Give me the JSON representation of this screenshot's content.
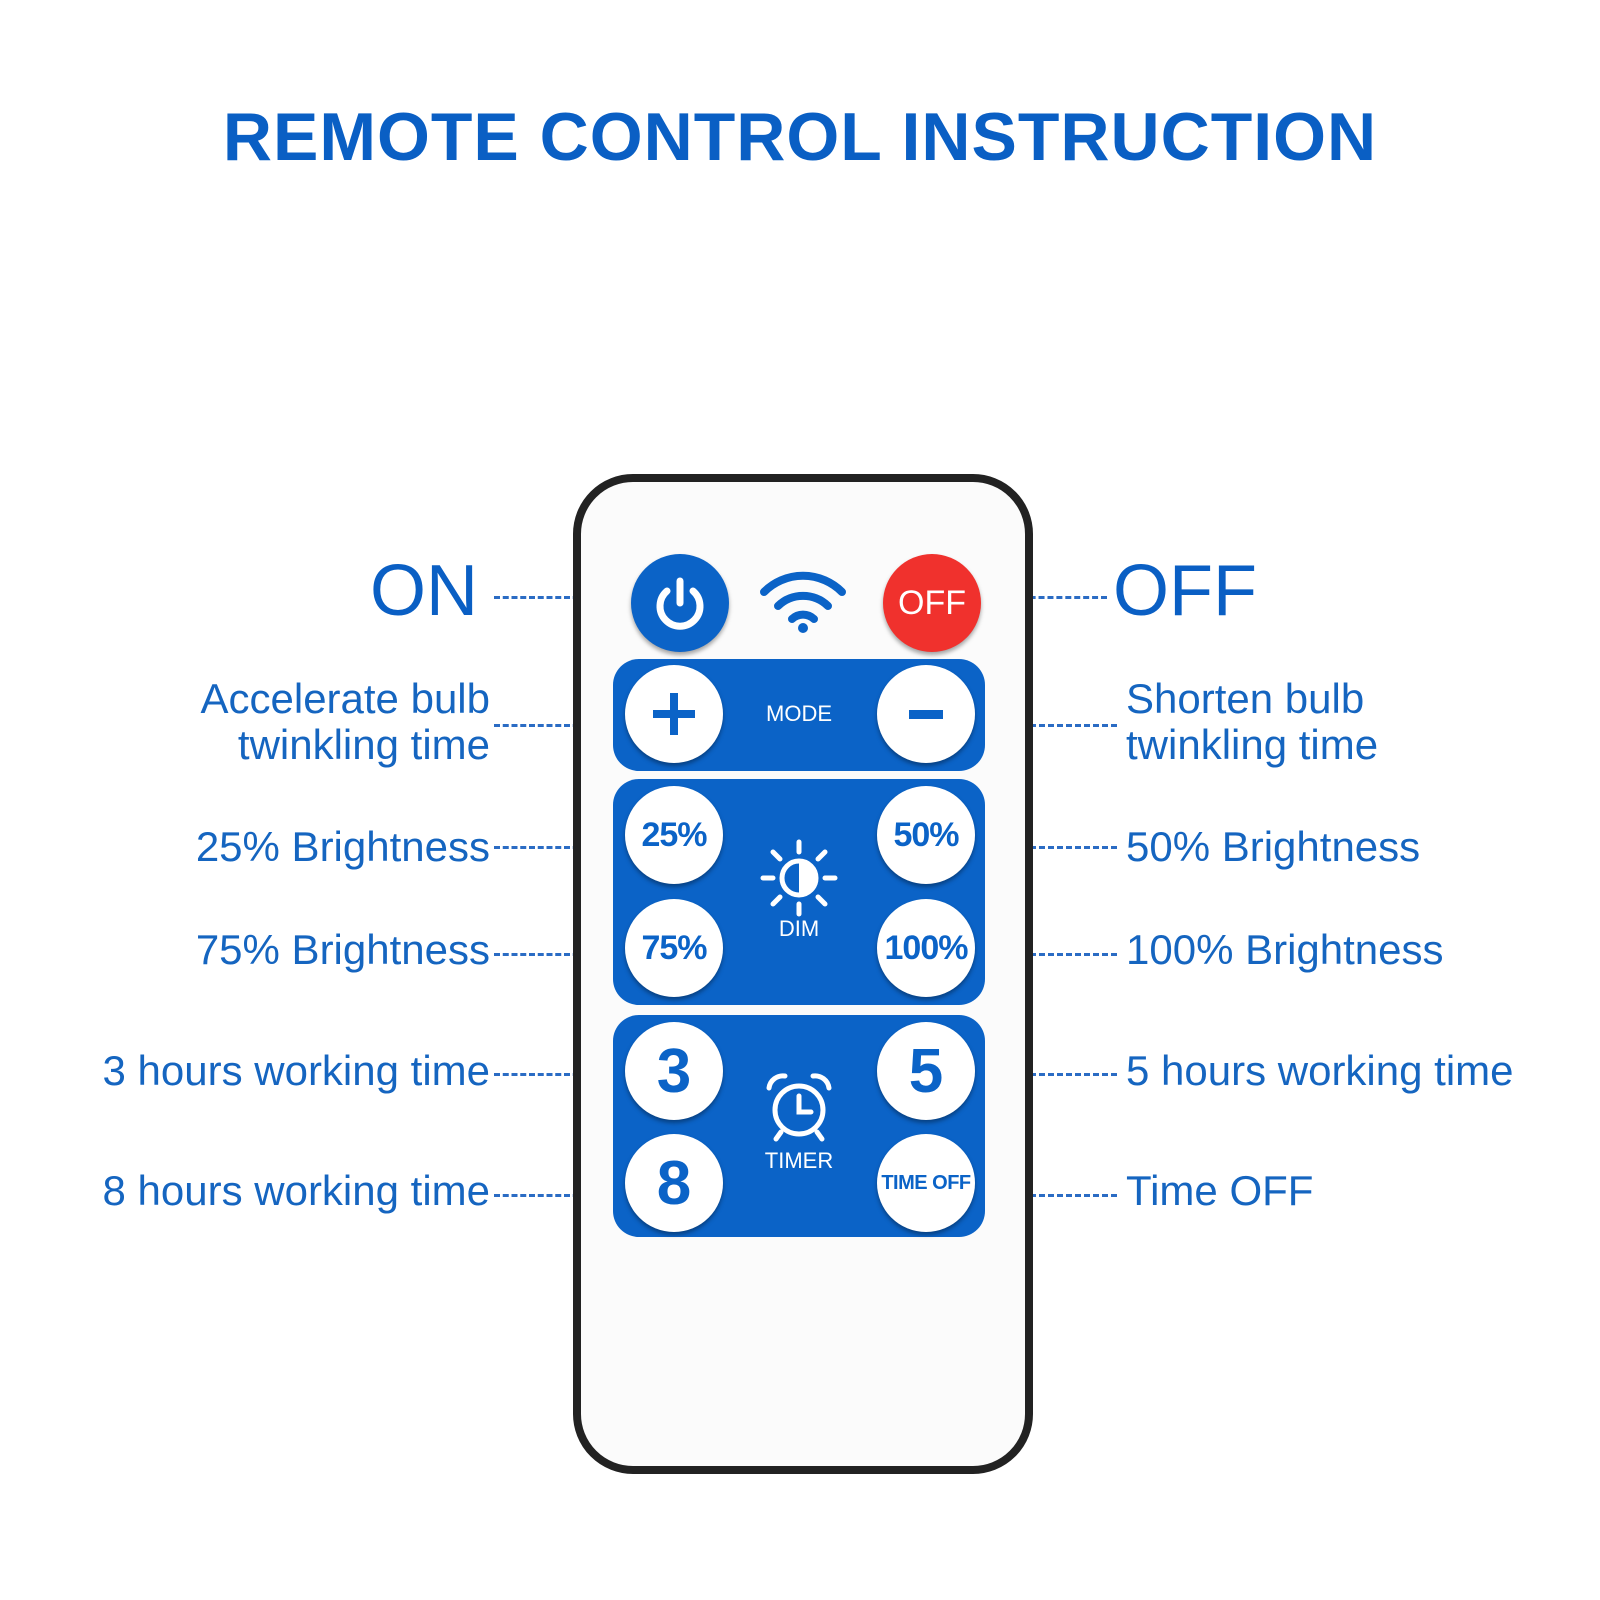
{
  "title": "REMOTE CONTROL INSTRUCTION",
  "labels": {
    "on": "ON",
    "off": "OFF",
    "accelerate_l1": "Accelerate bulb",
    "accelerate_l2": "twinkling time",
    "shorten_l1": "Shorten bulb",
    "shorten_l2": "twinkling time",
    "b25": "25% Brightness",
    "b50": "50% Brightness",
    "b75": "75% Brightness",
    "b100": "100% Brightness",
    "h3": "3 hours working time",
    "h5": "5 hours working time",
    "h8": "8 hours working time",
    "time_off": "Time OFF"
  },
  "remote": {
    "off_button": "OFF",
    "mode_label": "MODE",
    "dim_label": "DIM",
    "timer_label": "TIMER",
    "btn_25": "25%",
    "btn_50": "50%",
    "btn_75": "75%",
    "btn_100": "100%",
    "btn_3": "3",
    "btn_5": "5",
    "btn_8": "8",
    "btn_time_off": "TIME OFF"
  },
  "colors": {
    "accent": "#0b63c7",
    "label": "#1565c0",
    "off_red": "#f0312d"
  },
  "icons": [
    "power-icon",
    "wifi-icon",
    "plus-icon",
    "minus-icon",
    "sun-icon",
    "alarm-clock-icon"
  ]
}
